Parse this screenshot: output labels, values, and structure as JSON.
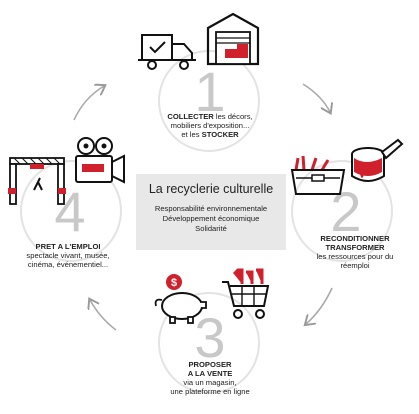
{
  "center": {
    "title": "La recyclerie culturelle",
    "lines": [
      "Responsabilité environnementale",
      "Développement économique",
      "Solidarité"
    ]
  },
  "steps": [
    {
      "number": "1",
      "line1_bold": "COLLECTER",
      "line1_rest": " les décors,",
      "line2": "mobiliers d'exposition...",
      "line3_pre": "et les ",
      "line3_bold": "STOCKER"
    },
    {
      "number": "2",
      "title1": "RECONDITIONNER",
      "title2": "TRANSFORMER",
      "line1": "les ressources pour du",
      "line2": "réemploi"
    },
    {
      "number": "3",
      "title1": "PROPOSER",
      "title2": "A LA VENTE",
      "line1": "via un magasin,",
      "line2": "une plateforme en ligne"
    },
    {
      "number": "4",
      "title1": "PRET A L'EMPLOI",
      "line1": "spectacle vivant, musée,",
      "line2": "cinéma, événementiel..."
    }
  ],
  "colors": {
    "accent": "#d0202b",
    "ring": "#e3e3e3",
    "number": "#c8c8c8",
    "center_bg": "#e8e8e8"
  },
  "icons": [
    "delivery-truck-icon",
    "warehouse-icon",
    "toolbox-icon",
    "paint-bucket-icon",
    "piggy-bank-icon",
    "shopping-cart-icon",
    "stage-truss-icon",
    "film-camera-icon"
  ]
}
